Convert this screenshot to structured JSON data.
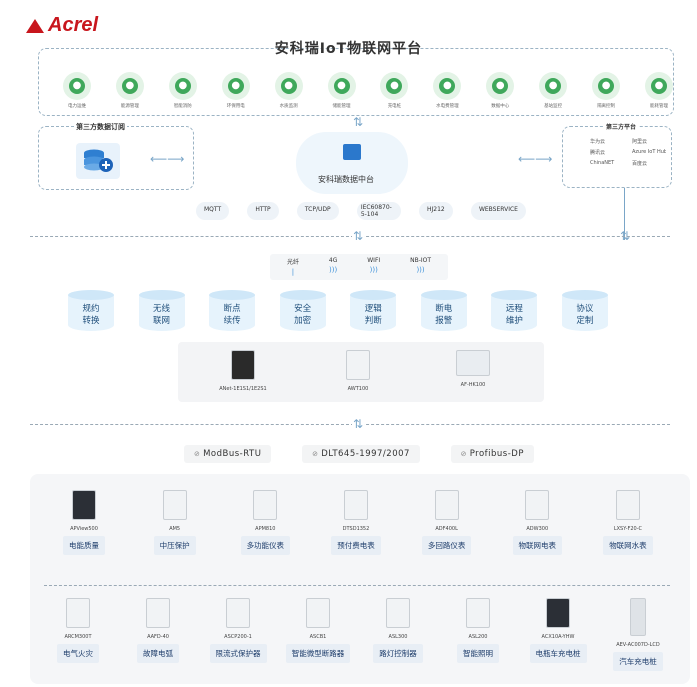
{
  "brand": {
    "name": "Acrel"
  },
  "platform": {
    "title": "安科瑞IoT物联网平台",
    "apps": [
      {
        "label": "电力运维",
        "icon": "power-ops-icon"
      },
      {
        "label": "能源管理",
        "icon": "energy-icon"
      },
      {
        "label": "智能消防",
        "icon": "fire-icon"
      },
      {
        "label": "环保用电",
        "icon": "eco-icon"
      },
      {
        "label": "水质监测",
        "icon": "water-icon"
      },
      {
        "label": "储能管理",
        "icon": "storage-icon"
      },
      {
        "label": "充电桩",
        "icon": "charger-icon"
      },
      {
        "label": "水电费管理",
        "icon": "billing-icon"
      },
      {
        "label": "数据中心",
        "icon": "database-icon"
      },
      {
        "label": "基站监控",
        "icon": "tower-icon"
      },
      {
        "label": "隔离控制",
        "icon": "isolation-icon"
      },
      {
        "label": "能耗管理",
        "icon": "consumption-icon"
      }
    ]
  },
  "third_party_subscription": {
    "title": "第三方数据订阅"
  },
  "third_party_platform": {
    "title": "第三方平台",
    "vendors": [
      "华为云",
      "阿里云",
      "腾讯云",
      "Azure IoT Hub",
      "ChinaNET",
      "百度云"
    ]
  },
  "data_center": {
    "title": "安科瑞数据中台"
  },
  "protocols": [
    "MQTT",
    "HTTP",
    "TCP/UDP",
    "IEC60870-5-104",
    "HJ212",
    "WEBSERVICE"
  ],
  "networks": [
    "光纤",
    "4G",
    "WIFI",
    "NB-IOT"
  ],
  "gateway_functions": [
    {
      "line1": "规约",
      "line2": "转换"
    },
    {
      "line1": "无线",
      "line2": "联网"
    },
    {
      "line1": "断点",
      "line2": "续传"
    },
    {
      "line1": "安全",
      "line2": "加密"
    },
    {
      "line1": "逻辑",
      "line2": "判断"
    },
    {
      "line1": "断电",
      "line2": "报警"
    },
    {
      "line1": "远程",
      "line2": "维护"
    },
    {
      "line1": "协议",
      "line2": "定制"
    }
  ],
  "gateways": [
    {
      "model": "ANet-1E1S1/1E2S1"
    },
    {
      "model": "AWT100"
    },
    {
      "model": "AF-HK100"
    }
  ],
  "buses": [
    "ModBus-RTU",
    "DLT645-1997/2007",
    "Profibus-DP"
  ],
  "devices_row1": [
    {
      "model": "APView500",
      "category": "电能质量"
    },
    {
      "model": "AM5",
      "category": "中压保护"
    },
    {
      "model": "APM810",
      "category": "多功能仪表"
    },
    {
      "model": "DTSD1352",
      "category": "预付费电表"
    },
    {
      "model": "ADF400L",
      "category": "多回路仪表"
    },
    {
      "model": "ADW300",
      "category": "物联网电表"
    },
    {
      "model": "LXSY-F20-C",
      "category": "物联网水表"
    }
  ],
  "devices_row2": [
    {
      "model": "ARCM300T",
      "category": "电气火灾"
    },
    {
      "model": "AAFD-40",
      "category": "故障电弧"
    },
    {
      "model": "ASCP200-1",
      "category": "限流式保护器"
    },
    {
      "model": "ASCB1",
      "category": "智能微型断路器"
    },
    {
      "model": "ASL300",
      "category": "路灯控制器"
    },
    {
      "model": "ASL200",
      "category": "智能照明"
    },
    {
      "model": "ACX10A-YHW",
      "category": "电瓶车充电桩"
    },
    {
      "model": "AEV-AC007D-LCD",
      "category": "汽车充电桩"
    }
  ],
  "colors": {
    "brand": "#c8161d",
    "accent_green": "#3fa85b",
    "line_blue": "#7aa6c8",
    "category_text": "#1d3c6a"
  }
}
